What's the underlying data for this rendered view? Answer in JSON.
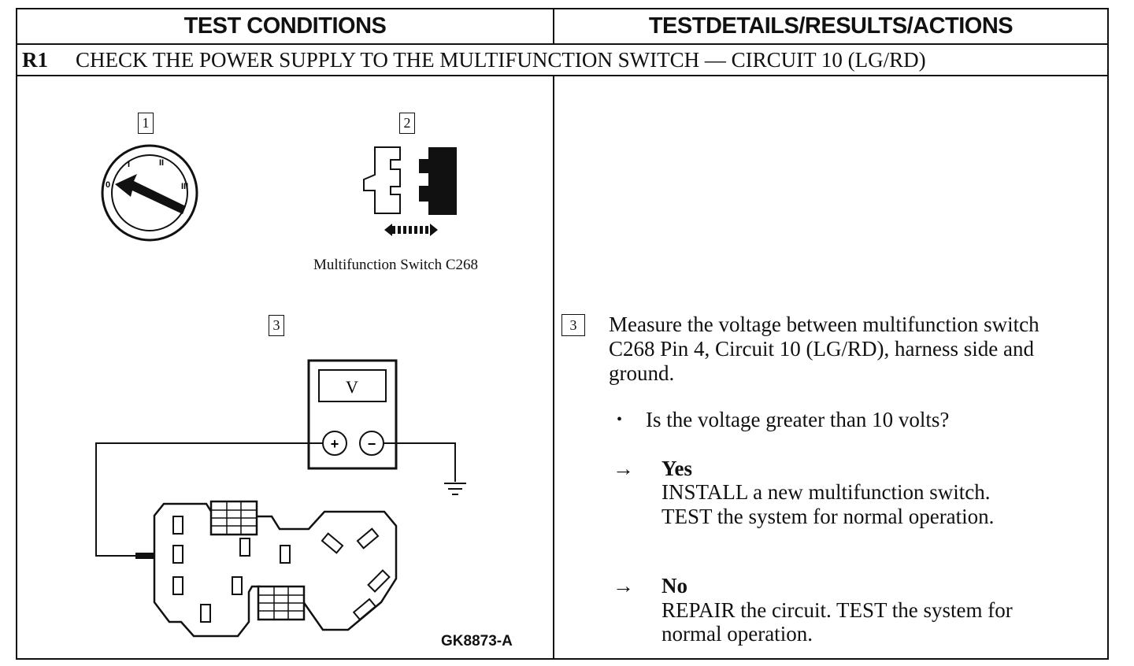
{
  "header": {
    "left": "TEST CONDITIONS",
    "right": "TESTDETAILS/RESULTS/ACTIONS"
  },
  "step": {
    "number": "R1",
    "title": "CHECK THE POWER SUPPLY TO THE MULTIFUNCTION SWITCH — CIRCUIT 10 (LG/RD)"
  },
  "figures": {
    "fig1_label": "1",
    "fig2_label": "2",
    "fig3_label": "3",
    "ignition_positions": [
      "0",
      "I",
      "II",
      "III"
    ],
    "connector_caption": "Multifunction Switch C268",
    "meter_display": "V",
    "meter_plus": "+",
    "meter_minus": "−",
    "figure_id": "GK8873-A"
  },
  "details": {
    "step_label": "3",
    "instruction_lines": [
      "Measure the voltage between multifunction switch",
      "C268 Pin 4, Circuit 10 (LG/RD), harness side and",
      "ground."
    ],
    "bullet": "•",
    "question": "Is the voltage greater than 10 volts?",
    "arrow": "→",
    "yes": {
      "label": "Yes",
      "lines": [
        "INSTALL a new multifunction switch.",
        "TEST the system for normal operation."
      ]
    },
    "no": {
      "label": "No",
      "lines": [
        "REPAIR the circuit. TEST the system for",
        "normal operation."
      ]
    }
  }
}
